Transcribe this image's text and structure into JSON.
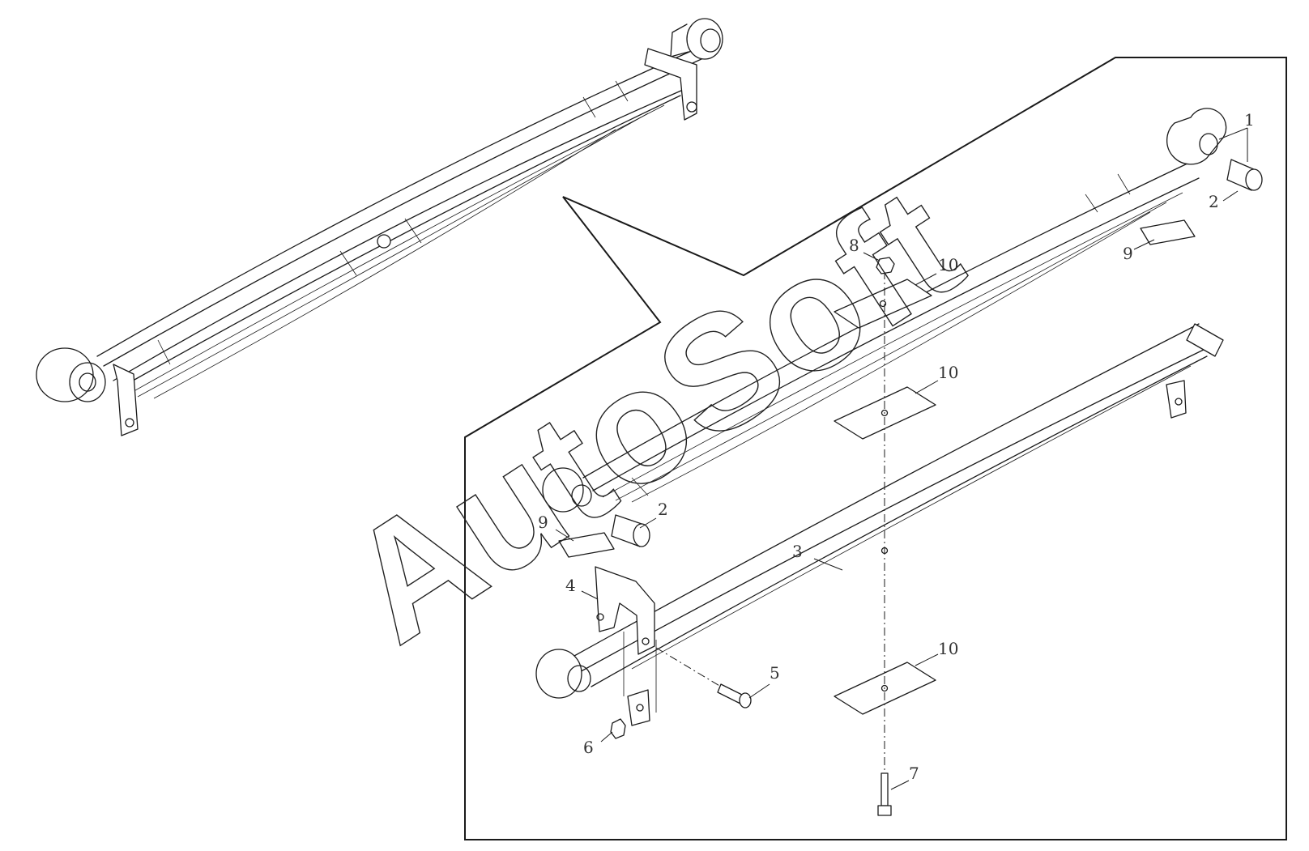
{
  "watermark": "AutoSoft",
  "callouts": {
    "c1": "1",
    "c2a": "2",
    "c2b": "2",
    "c3": "3",
    "c4": "4",
    "c5": "5",
    "c6": "6",
    "c7": "7",
    "c8": "8",
    "c9a": "9",
    "c9b": "9",
    "c10a": "10",
    "c10b": "10",
    "c10c": "10"
  }
}
